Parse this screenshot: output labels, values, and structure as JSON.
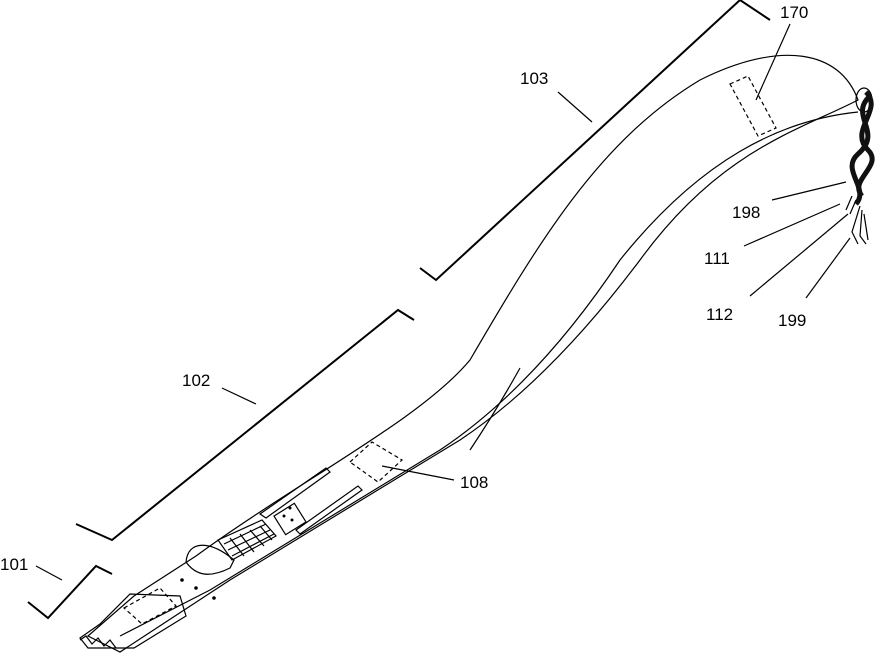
{
  "figure": {
    "labels": {
      "l170": "170",
      "l103": "103",
      "l198": "198",
      "l111": "111",
      "l112": "112",
      "l199": "199",
      "l102": "102",
      "l108": "108",
      "l101": "101"
    }
  }
}
